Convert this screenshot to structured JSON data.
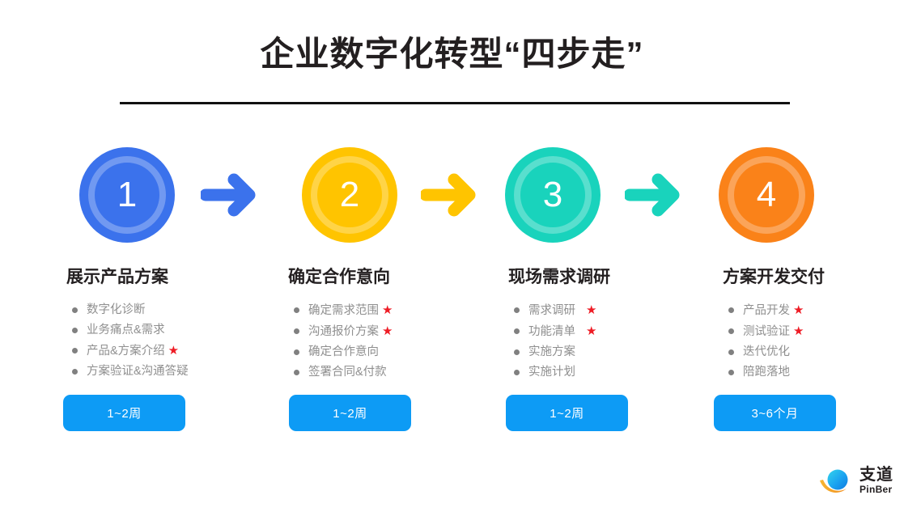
{
  "header": {
    "title": "企业数字化转型“四步走”",
    "rule_color": "#111111"
  },
  "palette": {
    "step1": "#3b72ec",
    "step2": "#ffc400",
    "step3": "#19d3bc",
    "step4": "#fa8219",
    "badge": "#0d9bf5",
    "star": "#ee1c25",
    "body_text": "#8f8f8f",
    "heading_text": "#231f20",
    "bullet": "#808080"
  },
  "steps": [
    {
      "number": "1",
      "color": "#3b72ec",
      "title": "展示产品方案",
      "items": [
        {
          "text": "数字化诊断",
          "star": false,
          "star_wide": false
        },
        {
          "text": "业务痛点&需求",
          "star": false,
          "star_wide": false
        },
        {
          "text": "产品&方案介绍",
          "star": true,
          "star_wide": false
        },
        {
          "text": "方案验证&沟通答疑",
          "star": false,
          "star_wide": false
        }
      ],
      "duration": "1~2周",
      "arrow_color": "#3b72ec"
    },
    {
      "number": "2",
      "color": "#ffc400",
      "title": "确定合作意向",
      "items": [
        {
          "text": "确定需求范围",
          "star": true,
          "star_wide": false
        },
        {
          "text": "沟通报价方案",
          "star": true,
          "star_wide": false
        },
        {
          "text": "确定合作意向",
          "star": false,
          "star_wide": false
        },
        {
          "text": "签署合同&付款",
          "star": false,
          "star_wide": false
        }
      ],
      "duration": "1~2周",
      "arrow_color": "#ffc400"
    },
    {
      "number": "3",
      "color": "#19d3bc",
      "title": "现场需求调研",
      "items": [
        {
          "text": "需求调研",
          "star": true,
          "star_wide": true
        },
        {
          "text": "功能清单",
          "star": true,
          "star_wide": true
        },
        {
          "text": "实施方案",
          "star": false,
          "star_wide": false
        },
        {
          "text": "实施计划",
          "star": false,
          "star_wide": false
        }
      ],
      "duration": "1~2周",
      "arrow_color": "#19d3bc"
    },
    {
      "number": "4",
      "color": "#fa8219",
      "title": "方案开发交付",
      "items": [
        {
          "text": "产品开发",
          "star": true,
          "star_wide": false
        },
        {
          "text": "测试验证",
          "star": true,
          "star_wide": false
        },
        {
          "text": "迭代优化",
          "star": false,
          "star_wide": false
        },
        {
          "text": "陪跑落地",
          "star": false,
          "star_wide": false
        }
      ],
      "duration": "3~6个月",
      "arrow_color": ""
    }
  ],
  "star_glyph": "★",
  "logo": {
    "name_cn": "支道",
    "name_en": "PinBer",
    "mark_blue": "#1aa3f0",
    "mark_cyan": "#2fd0e8",
    "mark_orange": "#f5a623"
  }
}
